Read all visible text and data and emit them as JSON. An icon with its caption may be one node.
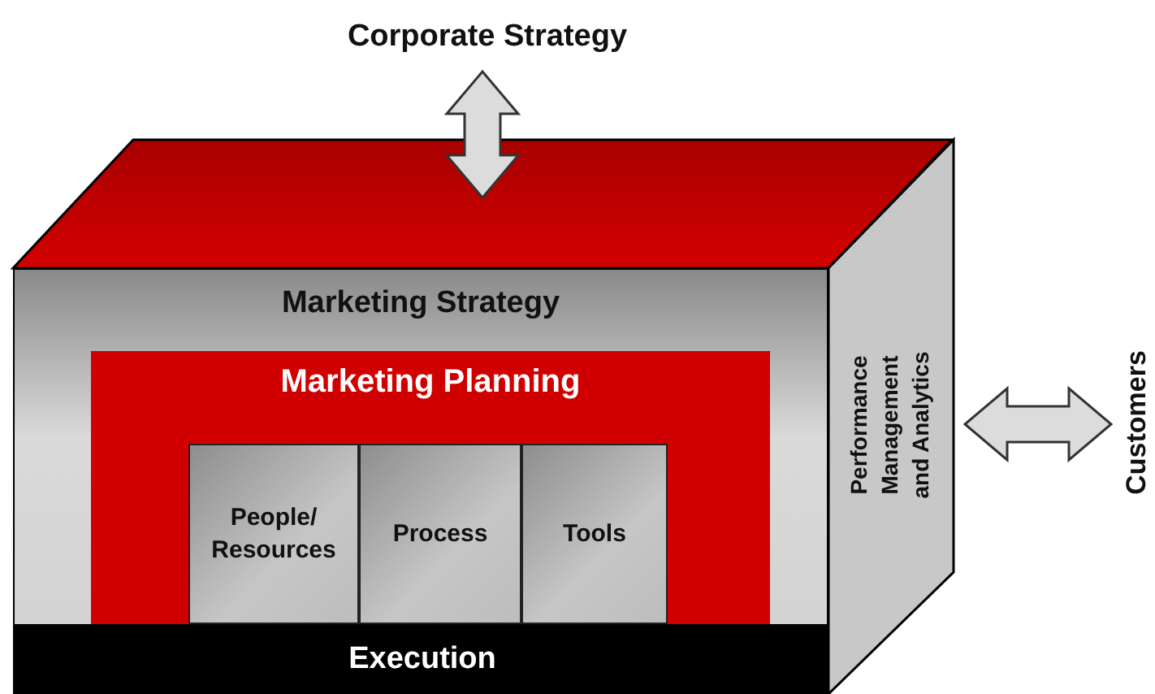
{
  "diagram": {
    "nodes": [
      {
        "text": [
          "Corporate Strategy"
        ]
      },
      {
        "text": [],
        "shape": "parallelogram"
      },
      {
        "text": [
          "Marketing Strategy"
        ]
      },
      {
        "text": [
          "Marketing Planning"
        ],
        "in": 2
      },
      {
        "text": [
          "People/ Resources"
        ],
        "in": 3
      },
      {
        "text": [
          "Process"
        ],
        "in": 3
      },
      {
        "text": [
          "Tools"
        ],
        "in": 3
      },
      {
        "text": [
          "Execution"
        ],
        "in": 2
      },
      {
        "text": [
          "Performance Management and Analytics"
        ]
      },
      {
        "text": [
          "Customers"
        ]
      }
    ],
    "edges": [
      {
        "from": 0,
        "to": 1,
        "arrow": "both"
      },
      {
        "from": 8,
        "to": 9,
        "arrow": "both"
      }
    ]
  }
}
